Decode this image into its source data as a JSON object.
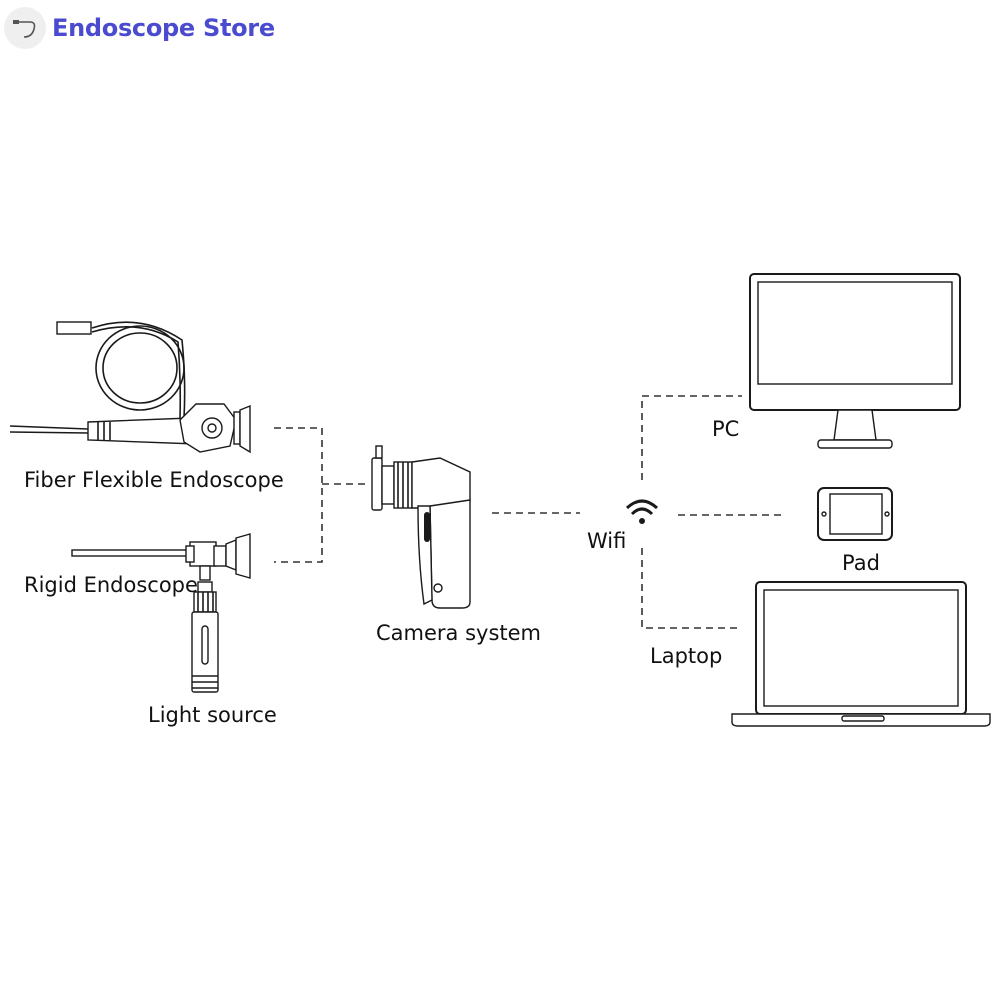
{
  "brand": {
    "name": "Endoscope Store",
    "logo_icon": "endoscope-logo-icon",
    "color": "#4b4bd0"
  },
  "labels": {
    "fiber_flexible_endoscope": "Fiber Flexible Endoscope",
    "rigid_endoscope": "Rigid Endoscope",
    "light_source": "Light source",
    "camera_system": "Camera system",
    "wifi": "Wifi",
    "pc": "PC",
    "pad": "Pad",
    "laptop": "Laptop"
  },
  "icons": {
    "wifi": "wifi-icon",
    "pc": "monitor-icon",
    "pad": "tablet-icon",
    "laptop": "laptop-icon",
    "camera": "handheld-camera-icon",
    "flexible_scope": "flexible-endoscope-icon",
    "rigid_scope": "rigid-endoscope-icon",
    "light": "light-source-icon"
  }
}
